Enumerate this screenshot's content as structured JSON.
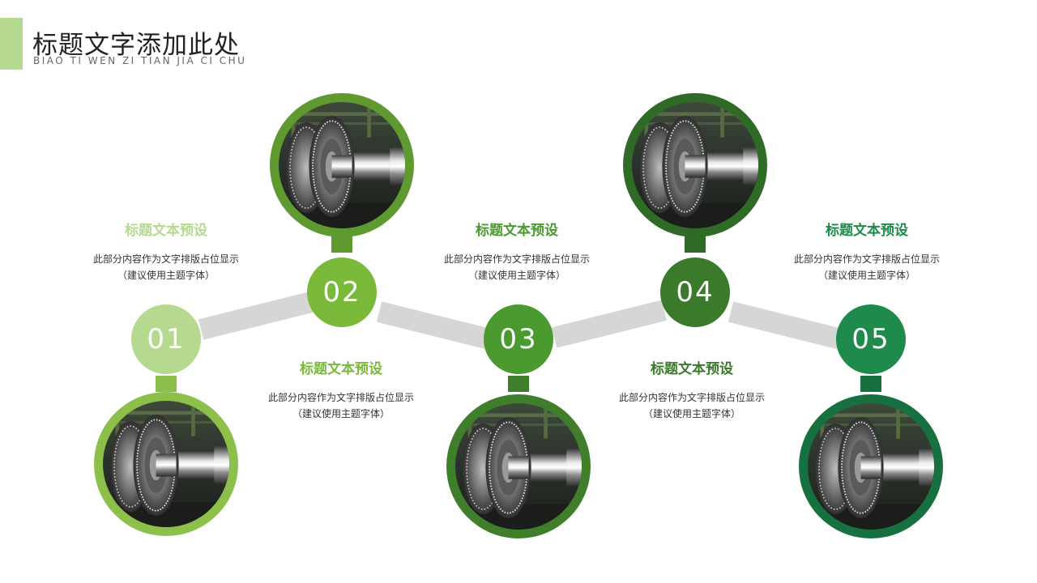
{
  "header": {
    "title": "标题文字添加此处",
    "subtitle": "BIAO TI WEN ZI TIAN JIA CI CHU"
  },
  "steps": [
    {
      "number": "01",
      "heading": "标题文本预设",
      "body_line1": "此部分内容作为文字排版占位显示",
      "body_line2": "（建议使用主题字体）",
      "color": "#b5d98e",
      "heading_color": "#b5d98e"
    },
    {
      "number": "02",
      "heading": "标题文本预设",
      "body_line1": "此部分内容作为文字排版占位显示",
      "body_line2": "（建议使用主题字体）",
      "color": "#7ab93a",
      "heading_color": "#7ab93a"
    },
    {
      "number": "03",
      "heading": "标题文本预设",
      "body_line1": "此部分内容作为文字排版占位显示",
      "body_line2": "（建议使用主题字体）",
      "color": "#4a9a30",
      "heading_color": "#4a9a30"
    },
    {
      "number": "04",
      "heading": "标题文本预设",
      "body_line1": "此部分内容作为文字排版占位显示",
      "body_line2": "（建议使用主题字体）",
      "color": "#3a7a2a",
      "heading_color": "#3a7a2a"
    },
    {
      "number": "05",
      "heading": "标题文本预设",
      "body_line1": "此部分内容作为文字排版占位显示",
      "body_line2": "（建议使用主题字体）",
      "color": "#1e8a4c",
      "heading_color": "#1e8a4c"
    }
  ],
  "ring_colors": [
    "#8cc04a",
    "#5f9a30",
    "#3f7f2c",
    "#2f6a26",
    "#177040"
  ],
  "connector_color": "#d6d6d6"
}
